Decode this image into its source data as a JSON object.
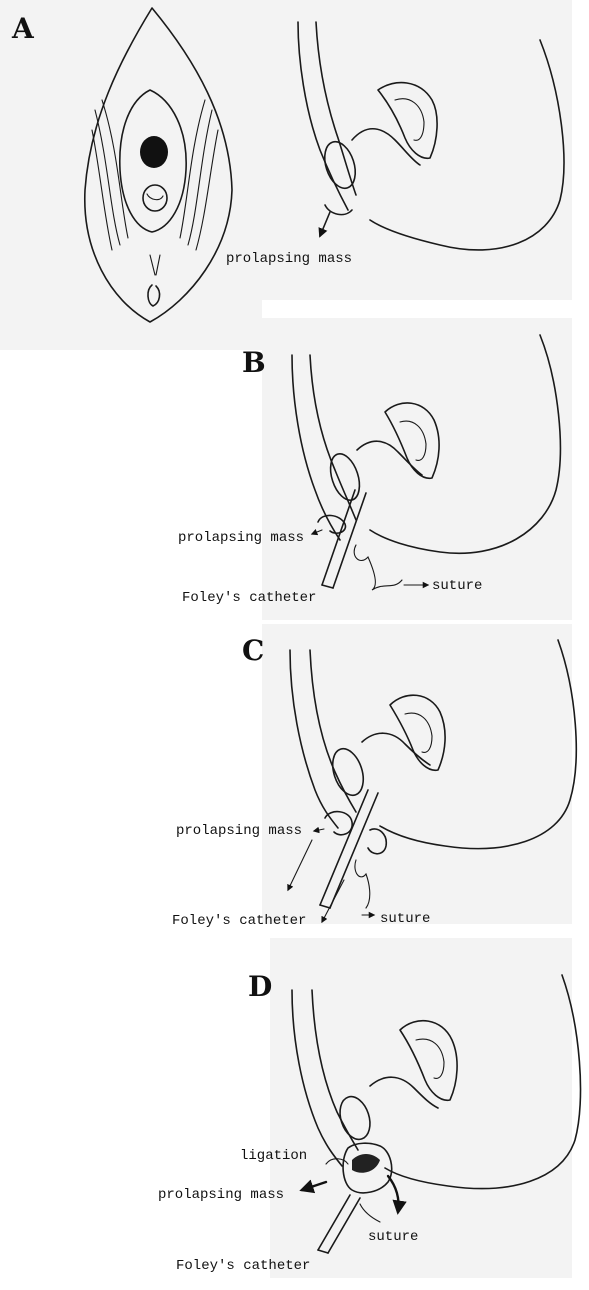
{
  "panels": {
    "a": {
      "letter": "A",
      "labels": {
        "mass": "prolapsing mass"
      }
    },
    "b": {
      "letter": "B",
      "labels": {
        "mass": "prolapsing mass",
        "catheter": "Foley's catheter",
        "suture": "suture"
      }
    },
    "c": {
      "letter": "C",
      "labels": {
        "mass": "prolapsing mass",
        "catheter": "Foley's catheter",
        "suture": "suture"
      }
    },
    "d": {
      "letter": "D",
      "labels": {
        "ligation": "ligation",
        "mass": "prolapsing mass",
        "suture": "suture",
        "catheter": "Foley's catheter"
      }
    }
  },
  "colors": {
    "ink": "#1a1a1a",
    "paper": "#f3f3f3",
    "background": "#ffffff"
  }
}
